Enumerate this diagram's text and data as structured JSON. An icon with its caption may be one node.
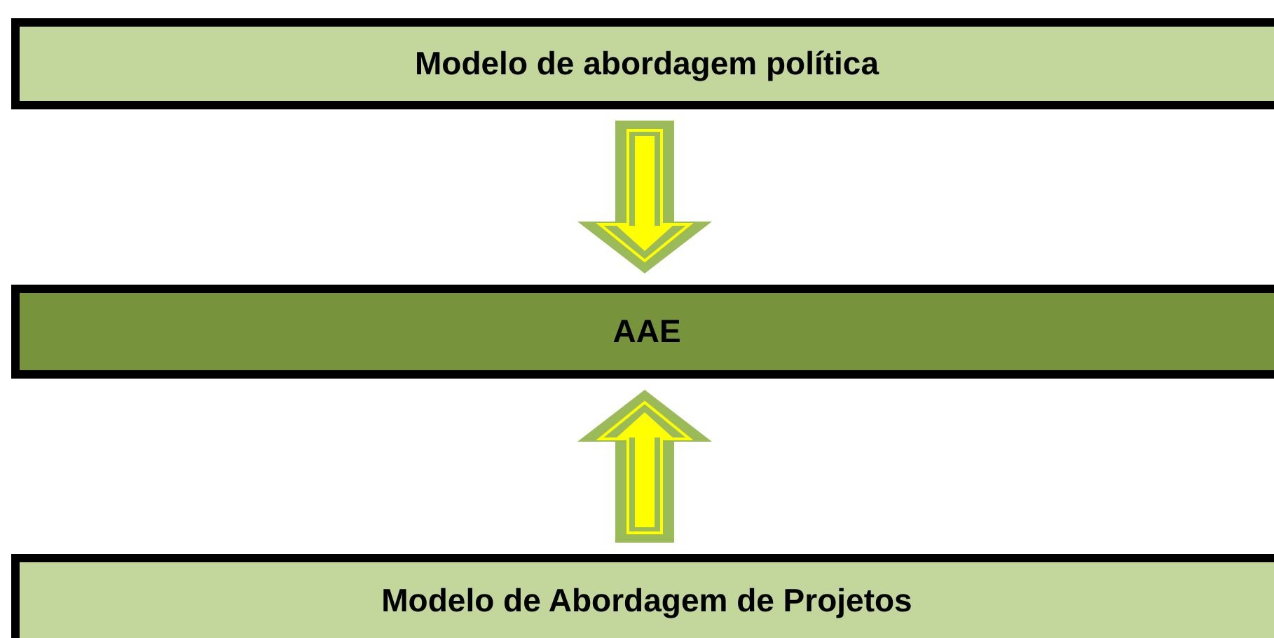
{
  "diagram": {
    "nodes": [
      {
        "text": [
          "Modelo de abordagem política"
        ]
      },
      {
        "text": [
          "AAE"
        ]
      },
      {
        "text": [
          "Modelo de Abordagem de Projetos"
        ]
      }
    ],
    "edges": [
      {
        "from": 0,
        "to": 1,
        "arrow": "to"
      },
      {
        "from": 2,
        "to": 1,
        "arrow": "to"
      }
    ]
  }
}
